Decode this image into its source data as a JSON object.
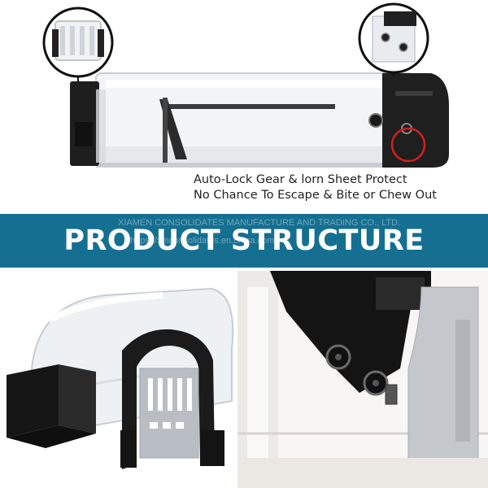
{
  "banner": {
    "title": "PRODUCT STRUCTURE",
    "background": "#156f91",
    "watermark_line1": "XIAMEN CONSOLIDATES MANUFACTURE AND TRADING CO., LTD.",
    "watermark_line2": "https://xmconsolidates.en.china.com"
  },
  "caption": {
    "line1": "Auto-Lock Gear & lorn Sheet Protect",
    "line2": "No Chance To Escape & Bite or Chew Out"
  },
  "images": {
    "top": "side view of transparent mouse trap with two detail callouts",
    "bottom_left": "trap with black end doors opened",
    "bottom_right": "close-up of door hinge mechanism"
  }
}
